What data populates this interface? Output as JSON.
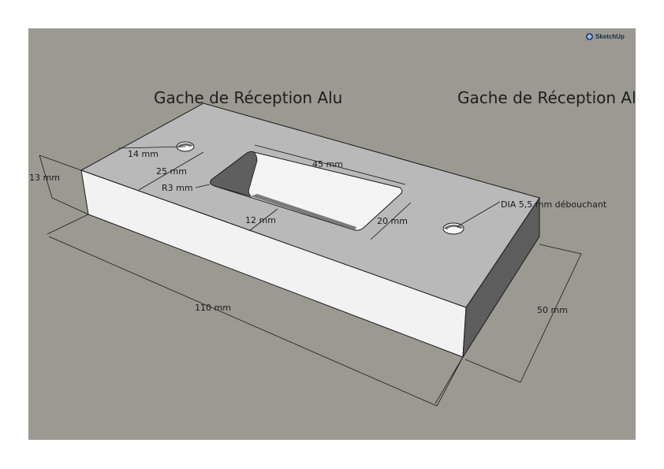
{
  "titles": {
    "left": "Gache de Réception Alu",
    "right": "Gache de Réception Alu"
  },
  "brand": {
    "label": "SketchUp",
    "icon": "sketchup-logo-icon"
  },
  "dimensions": {
    "length": "110 mm",
    "width": "50 mm",
    "thickness": "13 mm",
    "hole_offset": "14 mm",
    "slot_offset": "25 mm",
    "slot_radius": "R3 mm",
    "slot_length": "45 mm",
    "slot_edge": "12 mm",
    "slot_width": "20 mm",
    "hole_diameter": "DIA 5,5 mm débouchant"
  },
  "colors": {
    "background": "#9a9a92",
    "top_face": "#b9b9b9",
    "front_face": "#f2f2f2",
    "side_face": "#5d5d5d",
    "edge": "#1a1a1a"
  }
}
